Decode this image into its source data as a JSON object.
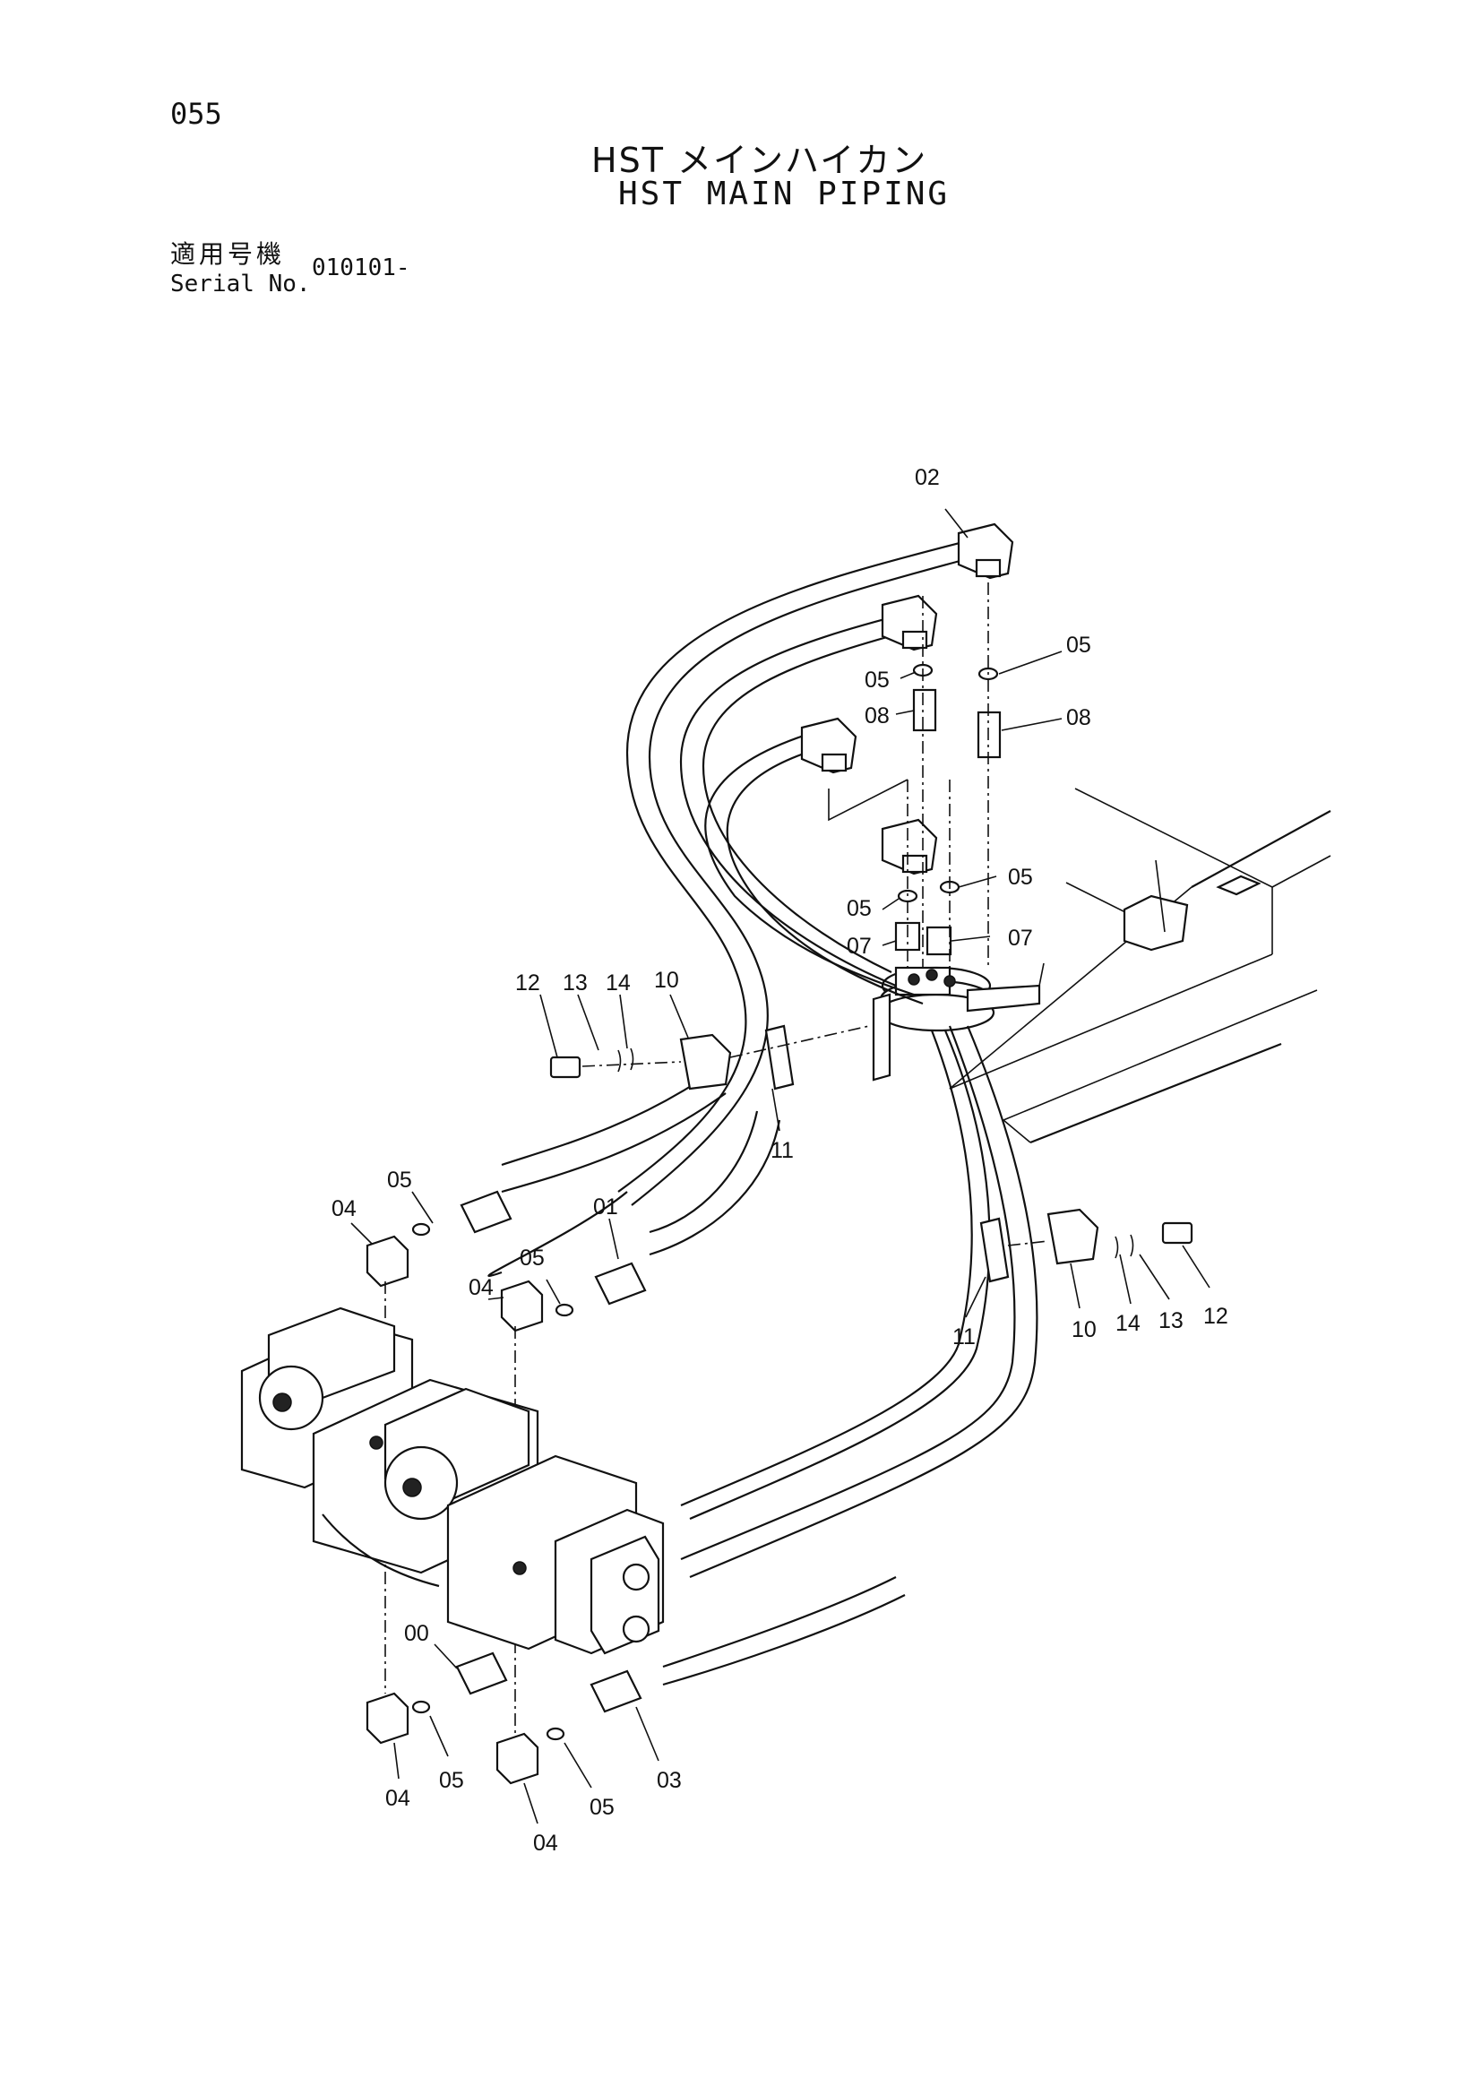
{
  "page_number": "055",
  "title_jp": "HST メインハイカン",
  "title_en": "HST MAIN PIPING",
  "serial": {
    "label_jp": "適用号機",
    "label_en": "Serial No.",
    "value": "010101-"
  },
  "callouts": [
    {
      "id": "c-02",
      "text": "02"
    },
    {
      "id": "c-05a",
      "text": "05"
    },
    {
      "id": "c-05b",
      "text": "05"
    },
    {
      "id": "c-08a",
      "text": "08"
    },
    {
      "id": "c-08b",
      "text": "08"
    },
    {
      "id": "c-05c",
      "text": "05"
    },
    {
      "id": "c-05d",
      "text": "05"
    },
    {
      "id": "c-07a",
      "text": "07"
    },
    {
      "id": "c-07b",
      "text": "07"
    },
    {
      "id": "c-12a",
      "text": "12"
    },
    {
      "id": "c-13a",
      "text": "13"
    },
    {
      "id": "c-14a",
      "text": "14"
    },
    {
      "id": "c-10a",
      "text": "10"
    },
    {
      "id": "c-11a",
      "text": "11"
    },
    {
      "id": "c-05e",
      "text": "05"
    },
    {
      "id": "c-04a",
      "text": "04"
    },
    {
      "id": "c-01",
      "text": "01"
    },
    {
      "id": "c-05f",
      "text": "05"
    },
    {
      "id": "c-04b",
      "text": "04"
    },
    {
      "id": "c-11b",
      "text": "11"
    },
    {
      "id": "c-10b",
      "text": "10"
    },
    {
      "id": "c-14b",
      "text": "14"
    },
    {
      "id": "c-13b",
      "text": "13"
    },
    {
      "id": "c-12b",
      "text": "12"
    },
    {
      "id": "c-00",
      "text": "00"
    },
    {
      "id": "c-05g",
      "text": "05"
    },
    {
      "id": "c-04c",
      "text": "04"
    },
    {
      "id": "c-05h",
      "text": "05"
    },
    {
      "id": "c-04d",
      "text": "04"
    },
    {
      "id": "c-03",
      "text": "03"
    }
  ]
}
